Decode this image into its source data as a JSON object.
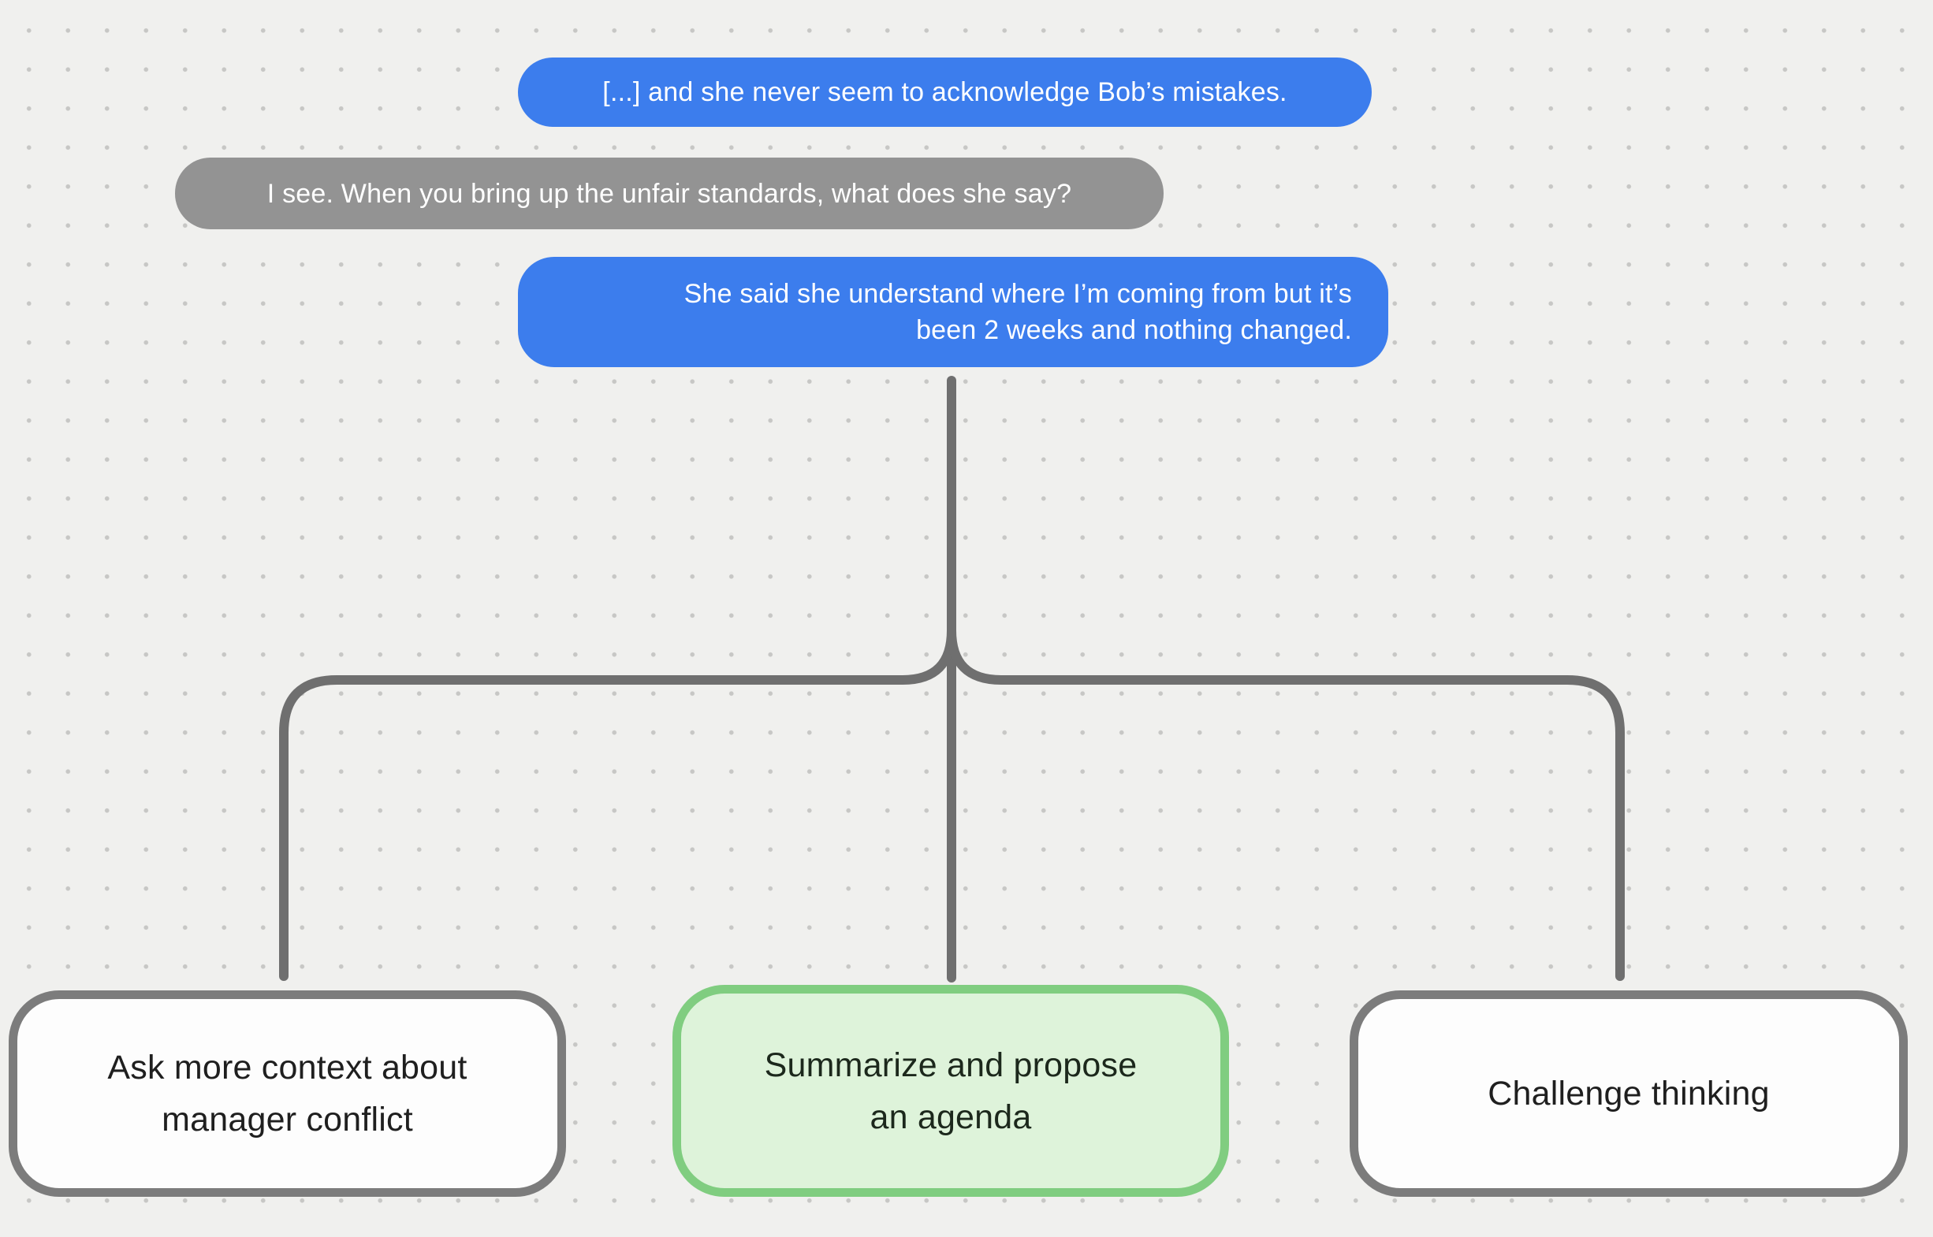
{
  "canvas": {
    "background_color": "#f0f0ee",
    "dot_color": "#c7c7c5"
  },
  "conversation": {
    "messages": [
      {
        "role": "user",
        "bubble_color": "#3c7ded",
        "text_color": "#ffffff",
        "lines": [
          "[...] and she never seem to acknowledge Bob’s mistakes."
        ]
      },
      {
        "role": "assistant",
        "bubble_color": "#939393",
        "text_color": "#ffffff",
        "lines": [
          "I see. When you bring up the unfair standards, what does she say?"
        ]
      },
      {
        "role": "user",
        "bubble_color": "#3c7ded",
        "text_color": "#ffffff",
        "lines": [
          "She said she understand where I’m coming from but it’s",
          "been 2 weeks and nothing changed."
        ]
      }
    ]
  },
  "tree": {
    "connector_color": "#6f6f6f",
    "options": [
      {
        "id": "ask-more-context",
        "state": "default",
        "border_color": "#7c7c7c",
        "fill_color": "#fdfdfd",
        "lines": [
          "Ask more context about",
          "manager conflict"
        ]
      },
      {
        "id": "summarize-propose-agenda",
        "state": "highlighted",
        "border_color": "#80cd80",
        "fill_color": "#def3da",
        "lines": [
          "Summarize and propose",
          "an agenda"
        ]
      },
      {
        "id": "challenge-thinking",
        "state": "default",
        "border_color": "#7c7c7c",
        "fill_color": "#fdfdfd",
        "lines": [
          "Challenge thinking"
        ]
      }
    ]
  }
}
